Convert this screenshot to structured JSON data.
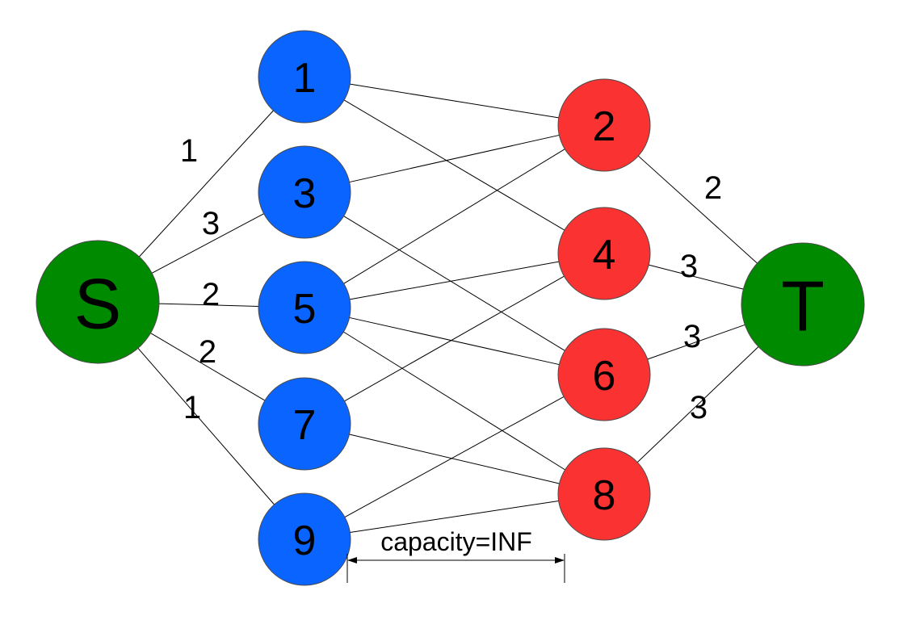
{
  "colors": {
    "source_sink": "#008a00",
    "left": "#0a64ff",
    "right": "#fa3232",
    "stroke": "#4a4a4a",
    "line": "#000000"
  },
  "nodes": {
    "S": {
      "label": "S",
      "group": "source_sink"
    },
    "1": {
      "label": "1",
      "group": "left"
    },
    "3": {
      "label": "3",
      "group": "left"
    },
    "5": {
      "label": "5",
      "group": "left"
    },
    "7": {
      "label": "7",
      "group": "left"
    },
    "9": {
      "label": "9",
      "group": "left"
    },
    "2": {
      "label": "2",
      "group": "right"
    },
    "4": {
      "label": "4",
      "group": "right"
    },
    "6": {
      "label": "6",
      "group": "right"
    },
    "8": {
      "label": "8",
      "group": "right"
    },
    "T": {
      "label": "T",
      "group": "source_sink"
    }
  },
  "edges": [
    {
      "from": "S",
      "to": "1",
      "capacity": "1"
    },
    {
      "from": "S",
      "to": "3",
      "capacity": "3"
    },
    {
      "from": "S",
      "to": "5",
      "capacity": "2"
    },
    {
      "from": "S",
      "to": "7",
      "capacity": "2"
    },
    {
      "from": "S",
      "to": "9",
      "capacity": "1"
    },
    {
      "from": "1",
      "to": "2"
    },
    {
      "from": "1",
      "to": "4"
    },
    {
      "from": "3",
      "to": "2"
    },
    {
      "from": "3",
      "to": "6"
    },
    {
      "from": "5",
      "to": "2"
    },
    {
      "from": "5",
      "to": "4"
    },
    {
      "from": "5",
      "to": "6"
    },
    {
      "from": "5",
      "to": "8"
    },
    {
      "from": "7",
      "to": "4"
    },
    {
      "from": "7",
      "to": "8"
    },
    {
      "from": "9",
      "to": "6"
    },
    {
      "from": "9",
      "to": "8"
    },
    {
      "from": "2",
      "to": "T",
      "capacity": "2"
    },
    {
      "from": "4",
      "to": "T",
      "capacity": "3"
    },
    {
      "from": "6",
      "to": "T",
      "capacity": "3"
    },
    {
      "from": "8",
      "to": "T",
      "capacity": "3"
    }
  ],
  "annotation": {
    "text": "capacity=INF"
  }
}
